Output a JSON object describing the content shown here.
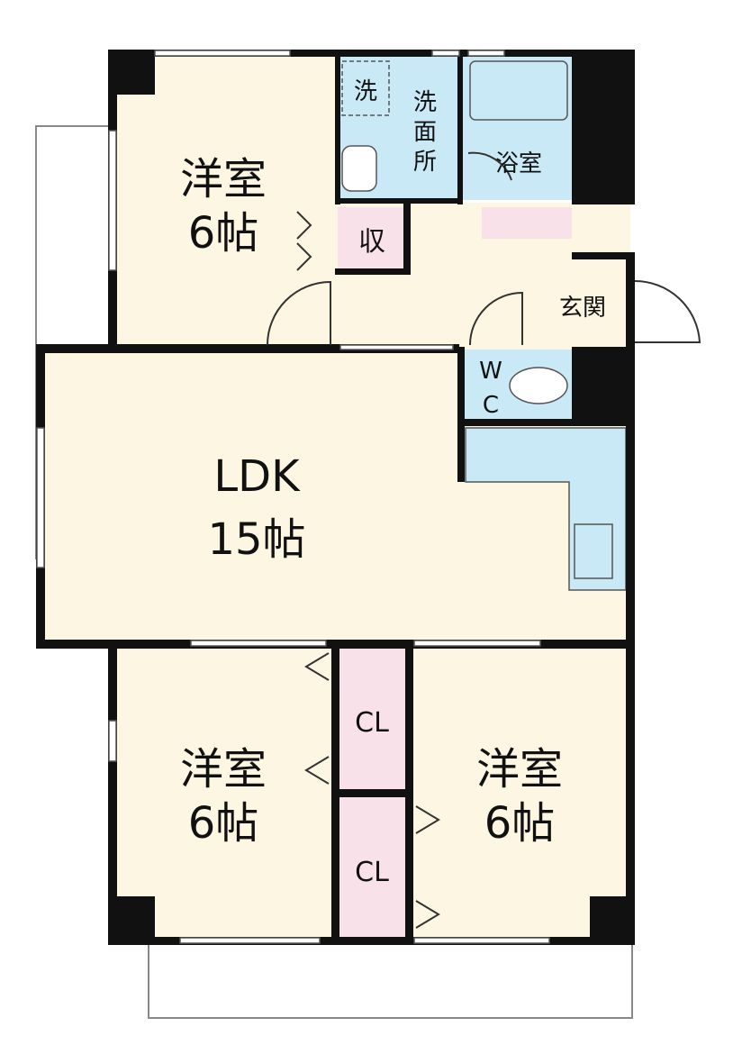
{
  "rooms": {
    "western_top": {
      "name": "洋室",
      "size": "6帖"
    },
    "ldk": {
      "name": "LDK",
      "size": "15帖"
    },
    "western_bottom_left": {
      "name": "洋室",
      "size": "6帖"
    },
    "western_bottom_right": {
      "name": "洋室",
      "size": "6帖"
    },
    "washroom": {
      "label_chars": [
        "洗",
        "面",
        "所"
      ]
    },
    "washer": {
      "label": "洗"
    },
    "bath": {
      "label": "浴室"
    },
    "storage": {
      "label": "収"
    },
    "entrance": {
      "label": "玄関"
    },
    "wc": {
      "label_top": "W",
      "label_bottom": "C"
    },
    "closet_upper": {
      "label": "CL"
    },
    "closet_lower": {
      "label": "CL"
    }
  },
  "colors": {
    "room_fill": "#fdf6e3",
    "wet_area_fill": "#c9e9f6",
    "storage_fill": "#f9e1ea",
    "wall": "#111111",
    "outline": "#888888"
  }
}
